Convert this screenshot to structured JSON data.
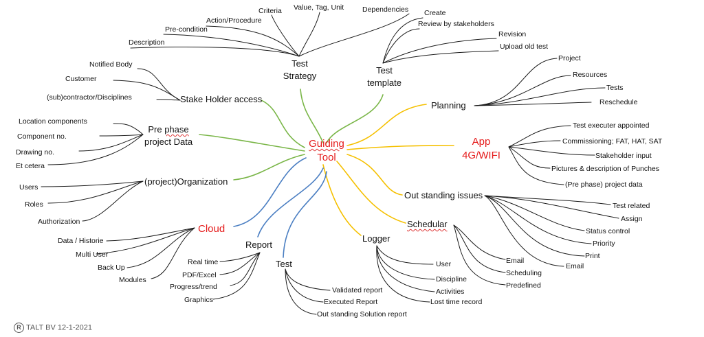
{
  "center": {
    "line1": "Guiding",
    "line2": "Tool"
  },
  "test_strategy": {
    "label_line1": "Test",
    "label_line2": "Strategy",
    "items": [
      "Description",
      "Pre-condition",
      "Action/Procedure",
      "Criteria",
      "Value, Tag, Unit",
      "Dependencies"
    ]
  },
  "test_template": {
    "label_line1": "Test",
    "label_line2": "template",
    "items": [
      "Create",
      "Review by stakeholders",
      "Revision",
      "Upload old test"
    ]
  },
  "stakeholder": {
    "label": "Stake Holder access",
    "items": [
      "Notified Body",
      "Customer",
      "(sub)contractor/Disciplines"
    ]
  },
  "prephase": {
    "label_line1_a": "Pre ",
    "label_line1_b": "phase",
    "label_line2": "project Data",
    "items": [
      "Location components",
      "Component no.",
      "Drawing no.",
      "Et cetera"
    ]
  },
  "organization": {
    "label": "(project)Organization",
    "items": [
      "Users",
      "Roles",
      "Authorization"
    ]
  },
  "cloud": {
    "label": "Cloud",
    "items": [
      "Data / Historie",
      "Multi User",
      "Back Up",
      "Modules"
    ]
  },
  "report": {
    "label": "Report",
    "items": [
      "Real time",
      "PDF/Excel",
      "Progress/trend",
      "Graphics"
    ]
  },
  "test": {
    "label": "Test",
    "items": [
      "Validated report",
      "Executed Report",
      "Out standing Solution report"
    ]
  },
  "logger": {
    "label": "Logger",
    "items": [
      "User",
      "Discipline",
      "Activities",
      "Lost time record"
    ]
  },
  "schedular": {
    "label": "Schedular",
    "items": [
      "Email",
      "Scheduling",
      "Predefined"
    ]
  },
  "outstanding": {
    "label": "Out standing issues",
    "items": [
      "Test related",
      "Assign",
      "Status control",
      "Priority",
      "Print",
      "Email"
    ]
  },
  "app": {
    "label_line1": "App",
    "label_line2": "4G/WIFI",
    "items": [
      "Test executer appointed",
      "Commissioning; FAT, HAT, SAT",
      "Stakeholder input",
      "Pictures & description of Punches",
      "(Pre phase) project data"
    ]
  },
  "planning": {
    "label": "Planning",
    "items": [
      "Project",
      "Resources",
      "Tests",
      "Reschedule"
    ]
  },
  "footer": {
    "symbol": "R",
    "text": "TALT BV 12-1-2021"
  },
  "colors": {
    "green": "#7ab648",
    "yellow": "#f5c000",
    "blue": "#4a7ec2",
    "black": "#1a1a1a",
    "red": "#e51b1b"
  }
}
